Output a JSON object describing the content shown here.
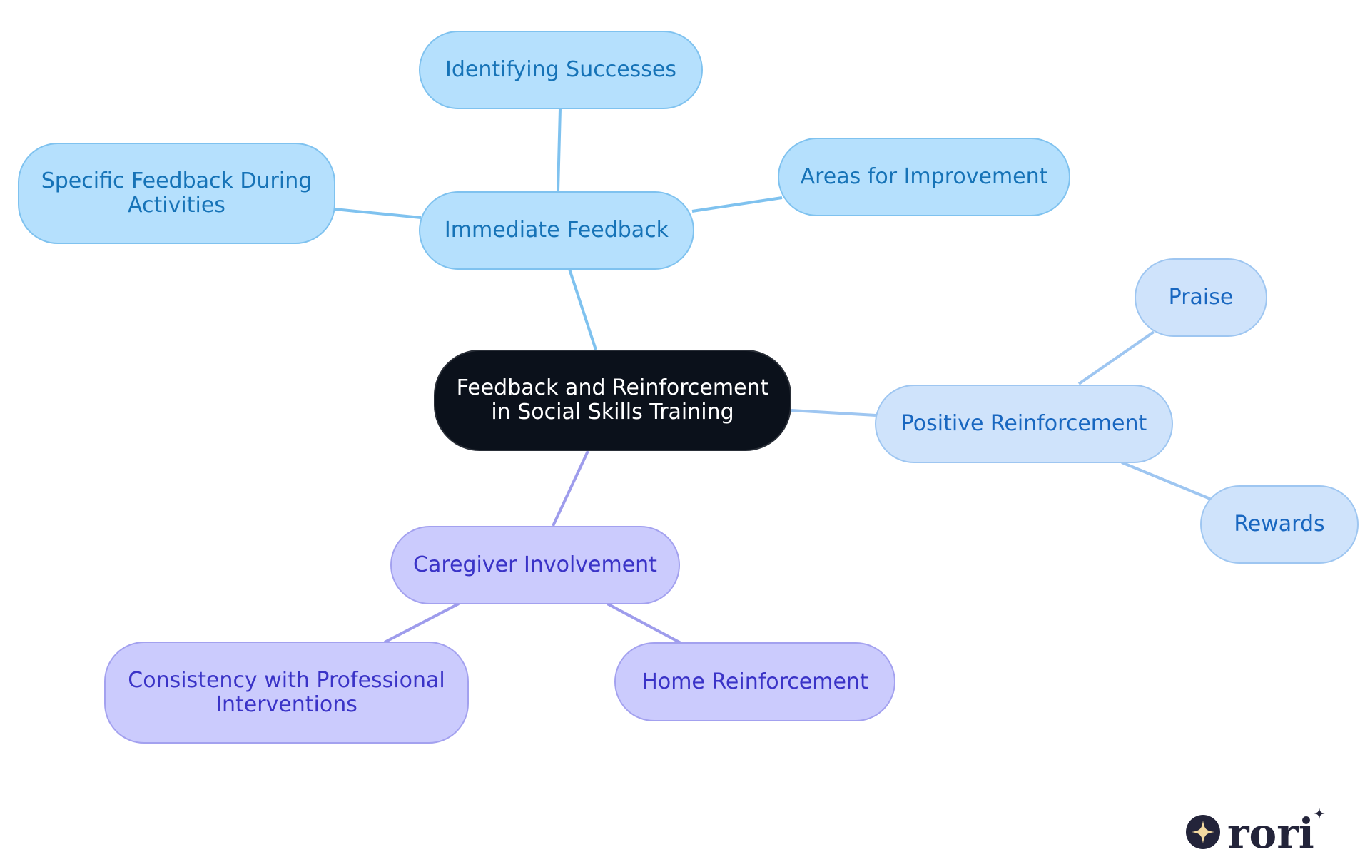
{
  "diagram": {
    "root": {
      "label": "Feedback and Reinforcement\nin Social Skills Training"
    },
    "branches": [
      {
        "label": "Immediate Feedback",
        "children": [
          "Identifying Successes",
          "Specific Feedback During\nActivities",
          "Areas for Improvement"
        ]
      },
      {
        "label": "Positive Reinforcement",
        "children": [
          "Praise",
          "Rewards"
        ]
      },
      {
        "label": "Caregiver Involvement",
        "children": [
          "Consistency with Professional\nInterventions",
          "Home Reinforcement"
        ]
      }
    ]
  },
  "colors": {
    "root_fill": "#0b111b",
    "immediate_feedback": "#b5e0fd",
    "positive_reinforcement": "#cfe3fb",
    "caregiver_involvement": "#cbcbfd",
    "edge_blue": "#7fc2ef",
    "edge_pale": "#9ec6f1",
    "edge_purple": "#9e9cec"
  },
  "logo": {
    "text": "rori",
    "icon": "sparkle-icon"
  }
}
